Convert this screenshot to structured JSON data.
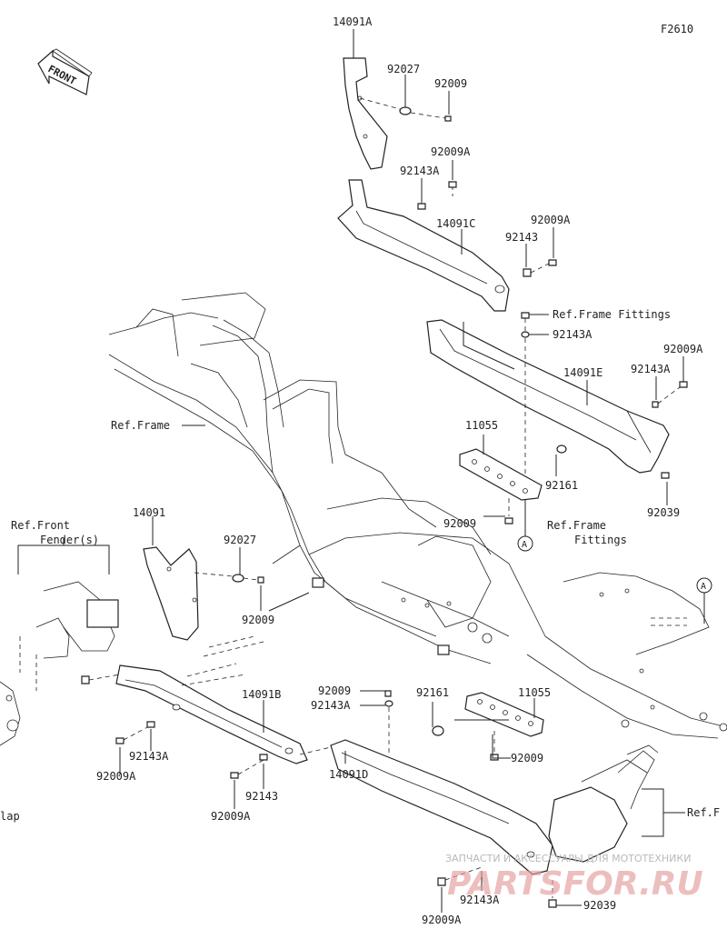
{
  "figure_id": "F2610",
  "direction_label": "FRONT",
  "parts": {
    "p14091A": "14091A",
    "p92027_top": "92027",
    "p92009_top": "92009",
    "p92009A_1": "92009A",
    "p92143A_1": "92143A",
    "p14091C": "14091C",
    "p92009A_2": "92009A",
    "p92143_1": "92143",
    "p92143A_2": "92143A",
    "p92009A_3": "92009A",
    "p92143A_3": "92143A",
    "p14091E": "14091E",
    "p11055_top": "11055",
    "p92161_top": "92161",
    "p92039_right": "92039",
    "p92009_mid": "92009",
    "p14091": "14091",
    "p92027_left": "92027",
    "p92009_left": "92009",
    "p14091B": "14091B",
    "p92143A_left": "92143A",
    "p92009A_left": "92009A",
    "p92143_left": "92143",
    "p92009A_left2": "92009A",
    "p92009_bot": "92009",
    "p92143A_bot": "92143A",
    "p92161_bot": "92161",
    "p11055_bot": "11055",
    "p92009_bot2": "92009",
    "p14091D": "14091D",
    "p92143A_bot2": "92143A",
    "p92039_bot": "92039",
    "p92009A_bot": "92009A"
  },
  "references": {
    "frame_fittings_top": "Ref.Frame Fittings",
    "frame": "Ref.Frame",
    "front_fender_line1": "Ref.Front",
    "front_fender_line2": "Fender(s)",
    "frame_fittings_right_line1": "Ref.Frame",
    "frame_fittings_right_line2": "Fittings",
    "ref_f_cut": "Ref.F",
    "lap_cut": "lap"
  },
  "callouts": {
    "marker_a": "A"
  },
  "watermark": {
    "caption": "ЗАПЧАСТИ И АКСЕССУАРЫ ДЛЯ МОТОТЕХНИКИ",
    "logo": "PARTSFOR.RU",
    "color": "#d96b6b"
  }
}
